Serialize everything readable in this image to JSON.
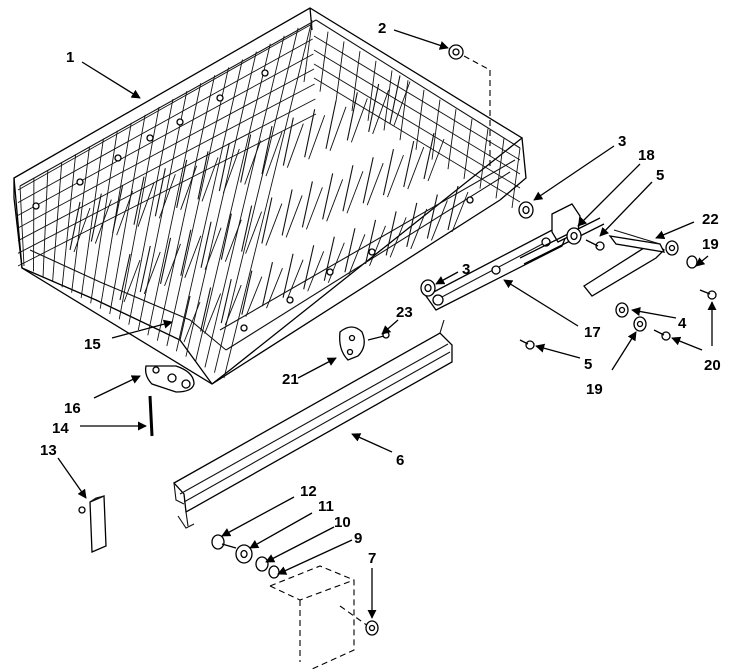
{
  "callouts": [
    {
      "id": "c1",
      "text": "1"
    },
    {
      "id": "c2",
      "text": "2"
    },
    {
      "id": "c3a",
      "text": "3"
    },
    {
      "id": "c3b",
      "text": "3"
    },
    {
      "id": "c4",
      "text": "4"
    },
    {
      "id": "c5a",
      "text": "5"
    },
    {
      "id": "c5b",
      "text": "5"
    },
    {
      "id": "c6",
      "text": "6"
    },
    {
      "id": "c7",
      "text": "7"
    },
    {
      "id": "c9",
      "text": "9"
    },
    {
      "id": "c10",
      "text": "10"
    },
    {
      "id": "c11",
      "text": "11"
    },
    {
      "id": "c12",
      "text": "12"
    },
    {
      "id": "c13",
      "text": "13"
    },
    {
      "id": "c14",
      "text": "14"
    },
    {
      "id": "c15",
      "text": "15"
    },
    {
      "id": "c16",
      "text": "16"
    },
    {
      "id": "c17",
      "text": "17"
    },
    {
      "id": "c18",
      "text": "18"
    },
    {
      "id": "c19a",
      "text": "19"
    },
    {
      "id": "c19b",
      "text": "19"
    },
    {
      "id": "c20",
      "text": "20"
    },
    {
      "id": "c21",
      "text": "21"
    },
    {
      "id": "c22",
      "text": "22"
    },
    {
      "id": "c23",
      "text": "23"
    }
  ]
}
